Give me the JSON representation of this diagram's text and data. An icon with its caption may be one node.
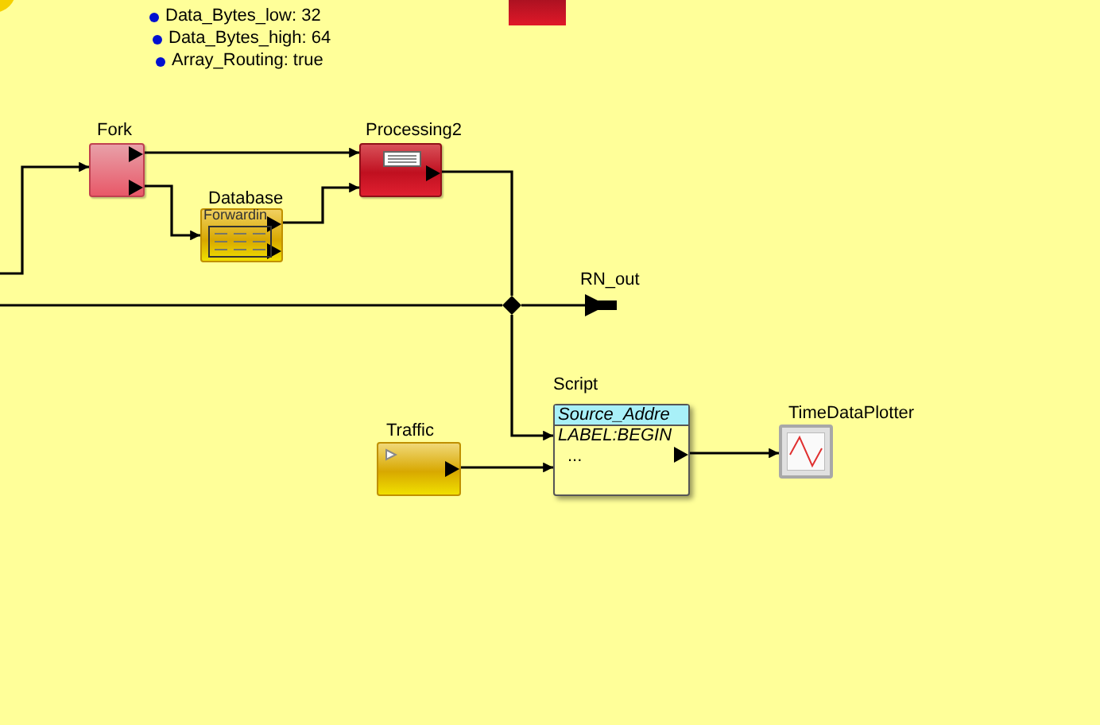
{
  "diagram": {
    "nodes": [
      {
        "text": [
          "Fork"
        ]
      },
      {
        "text": [
          "Processing2"
        ]
      },
      {
        "text": [
          "Database",
          "Forwardin"
        ]
      },
      {
        "text": [
          "RN_out"
        ]
      },
      {
        "text": [
          "Script",
          "Source_Addre",
          "LABEL:BEGIN",
          "..."
        ]
      },
      {
        "text": [
          "Traffic"
        ]
      },
      {
        "text": [
          "TimeDataPlotter"
        ]
      },
      {
        "text": [],
        "shape": "diamond"
      }
    ],
    "edges": [
      {
        "from": null,
        "to": 0,
        "arrow": "to"
      },
      {
        "from": 0,
        "to": 1,
        "arrow": "to"
      },
      {
        "from": 0,
        "to": 2,
        "arrow": "to"
      },
      {
        "from": 2,
        "to": 1,
        "arrow": "to"
      },
      {
        "from": 1,
        "to": 7,
        "arrow": "none"
      },
      {
        "from": 7,
        "to": 3,
        "arrow": "none"
      },
      {
        "from": 7,
        "to": 4,
        "arrow": "to"
      },
      {
        "from": null,
        "to": 7,
        "arrow": "none"
      },
      {
        "from": 5,
        "to": 4,
        "arrow": "to"
      },
      {
        "from": 4,
        "to": 6,
        "arrow": "to"
      }
    ],
    "labels": [
      "Data_Bytes_low: 32",
      "Data_Bytes_high: 64",
      "Array_Routing: true"
    ]
  }
}
